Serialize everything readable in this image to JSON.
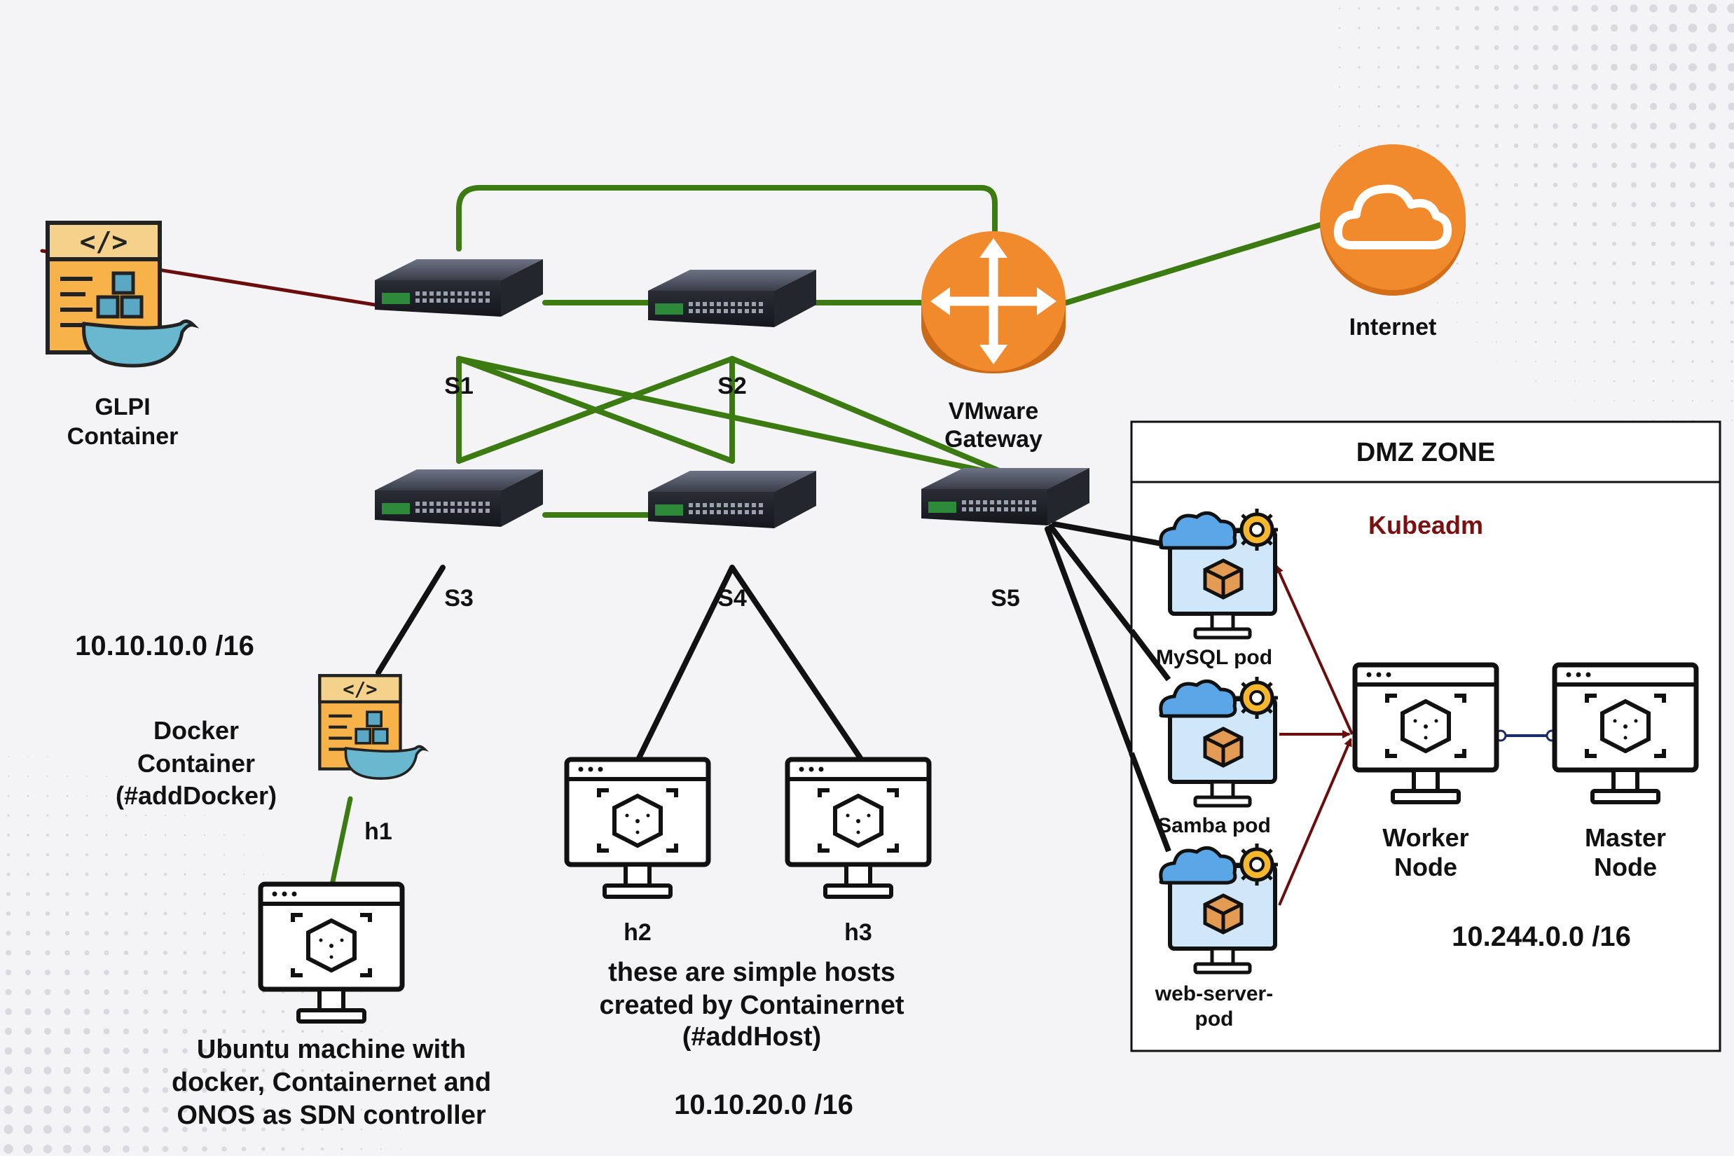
{
  "labels": {
    "glpi_line1": "GLPI",
    "glpi_line2": "Container",
    "s1": "S1",
    "s2": "S2",
    "s3": "S3",
    "s4": "S4",
    "s5": "S5",
    "gateway_line1": "VMware",
    "gateway_line2": "Gateway",
    "internet": "Internet",
    "subnet1": "10.10.10.0 /16",
    "docker_line1": "Docker",
    "docker_line2": "Container",
    "docker_line3": "(#addDocker)",
    "h1": "h1",
    "h2": "h2",
    "h3": "h3",
    "ubuntu_line1": "Ubuntu machine with",
    "ubuntu_line2": "docker, Containernet and",
    "ubuntu_line3": "ONOS as SDN controller",
    "hosts_line1": "these are simple hosts",
    "hosts_line2": "created by Containernet",
    "hosts_line3": "(#addHost)",
    "subnet2": "10.10.20.0 /16",
    "dmz_title": "DMZ ZONE",
    "kubeadm": "Kubeadm",
    "mysql_pod": "MySQL pod",
    "samba_pod": "Samba pod",
    "web_pod_line1": "web-server-",
    "web_pod_line2": "pod",
    "worker_line1": "Worker",
    "worker_line2": "Node",
    "master_line1": "Master",
    "master_line2": "Node",
    "subnet3": "10.244.0.0 /16"
  },
  "icons": {
    "switch": "network-switch-icon",
    "router": "router-icon",
    "cloud": "cloud-icon",
    "docker": "docker-container-icon",
    "host": "monitor-host-icon",
    "pod": "kubernetes-pod-icon"
  },
  "colors": {
    "link_green": "#3c7a12",
    "link_black": "#111111",
    "link_darkred": "#6b0d0d",
    "link_navy": "#1a2a6b",
    "router_orange": "#f08a2c",
    "kubeadm_text": "#7a1010",
    "docker_orange": "#f7b24a",
    "docker_blue": "#6ab7d0"
  }
}
